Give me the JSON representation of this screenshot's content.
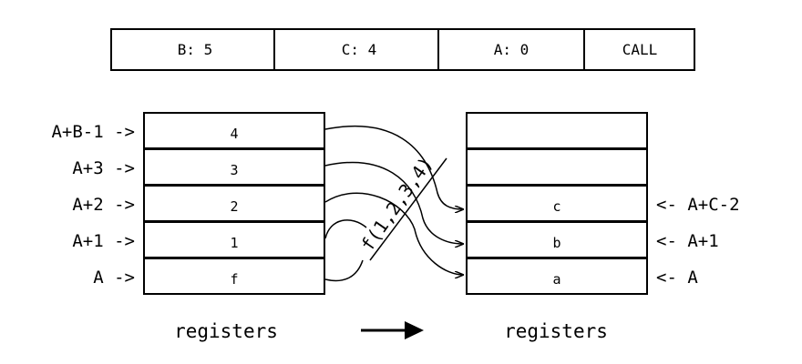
{
  "instruction": {
    "fields": [
      "B: 5",
      "C: 4",
      "A: 0",
      "CALL"
    ]
  },
  "left_stack": {
    "cells": [
      "4",
      "3",
      "2",
      "1",
      "f"
    ],
    "labels": [
      "A+B-1 ->",
      "A+3 ->",
      "A+2 ->",
      "A+1 ->",
      "A ->"
    ],
    "caption": "registers"
  },
  "right_stack": {
    "cells": [
      "",
      "",
      "c",
      "b",
      "a"
    ],
    "labels": [
      "",
      "",
      "<- A+C-2",
      "<- A+1",
      "<- A"
    ],
    "caption": "registers"
  },
  "call_expression": "f(1,2,3,4)"
}
